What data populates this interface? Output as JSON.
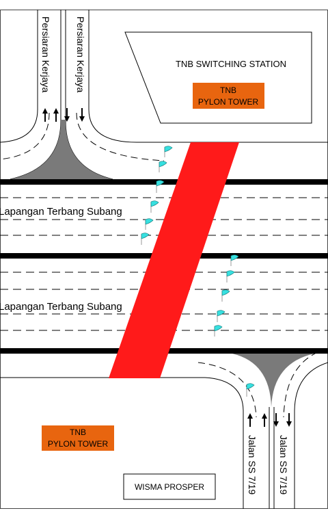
{
  "roads": {
    "top_road_name": "Persiaran Kerjaya",
    "main_road_upper": "Lapangan Terbang Subang",
    "main_road_lower": "Lapangan Terbang Subang",
    "bottom_road_name": "Jalan SS 7/19"
  },
  "buildings": {
    "switching_station": "TNB SWITCHING STATION",
    "wisma": "WISMA PROSPER"
  },
  "pylon_tags": {
    "top_line1": "TNB",
    "top_line2": "PYLON TOWER",
    "bottom_line1": "TNB",
    "bottom_line2": "PYLON TOWER"
  },
  "colors": {
    "corridor": "#ff1a1a",
    "pylon_tag": "#e8650f",
    "flag": "#37e0e0",
    "median_fill": "#7a7a7a",
    "road_edge": "#000000"
  }
}
